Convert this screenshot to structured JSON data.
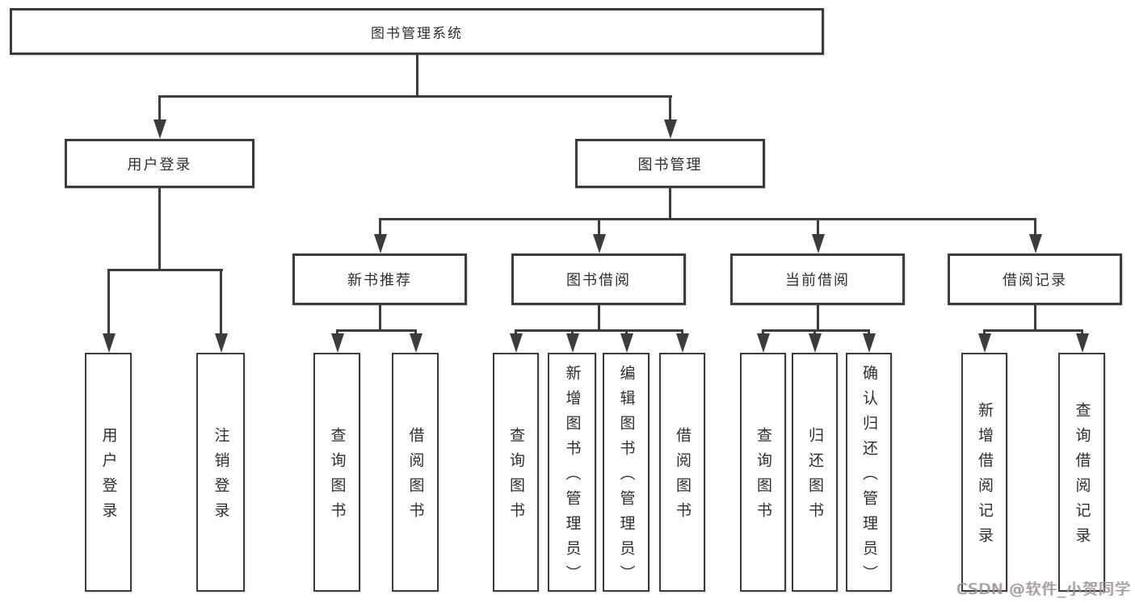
{
  "diagram_title": "图书管理系统",
  "root": {
    "label": "图书管理系统"
  },
  "level2": [
    {
      "label": "用户登录"
    },
    {
      "label": "图书管理"
    }
  ],
  "level3": [
    {
      "label": "新书推荐"
    },
    {
      "label": "图书借阅"
    },
    {
      "label": "当前借阅"
    },
    {
      "label": "借阅记录"
    }
  ],
  "leaves": [
    {
      "label": "用户登录",
      "parent": "用户登录"
    },
    {
      "label": "注销登录",
      "parent": "用户登录"
    },
    {
      "label": "查询图书",
      "parent": "新书推荐"
    },
    {
      "label": "借阅图书",
      "parent": "新书推荐"
    },
    {
      "label": "查询图书",
      "parent": "图书借阅"
    },
    {
      "label": "新增图书（管理员）",
      "parent": "图书借阅"
    },
    {
      "label": "编辑图书（管理员）",
      "parent": "图书借阅"
    },
    {
      "label": "借阅图书",
      "parent": "图书借阅"
    },
    {
      "label": "查询图书",
      "parent": "当前借阅"
    },
    {
      "label": "归还图书",
      "parent": "当前借阅"
    },
    {
      "label": "确认归还（管理员）",
      "parent": "当前借阅"
    },
    {
      "label": "新增借阅记录",
      "parent": "借阅记录"
    },
    {
      "label": "查询借阅记录",
      "parent": "借阅记录"
    }
  ],
  "watermark": {
    "text": "CSDN @软件_小贺同学"
  },
  "colors": {
    "line": "#3c3c3c",
    "box_border": "#3c3c3c",
    "text": "#2e2e2e",
    "watermark": "#9b9b9b",
    "background": "#ffffff"
  }
}
